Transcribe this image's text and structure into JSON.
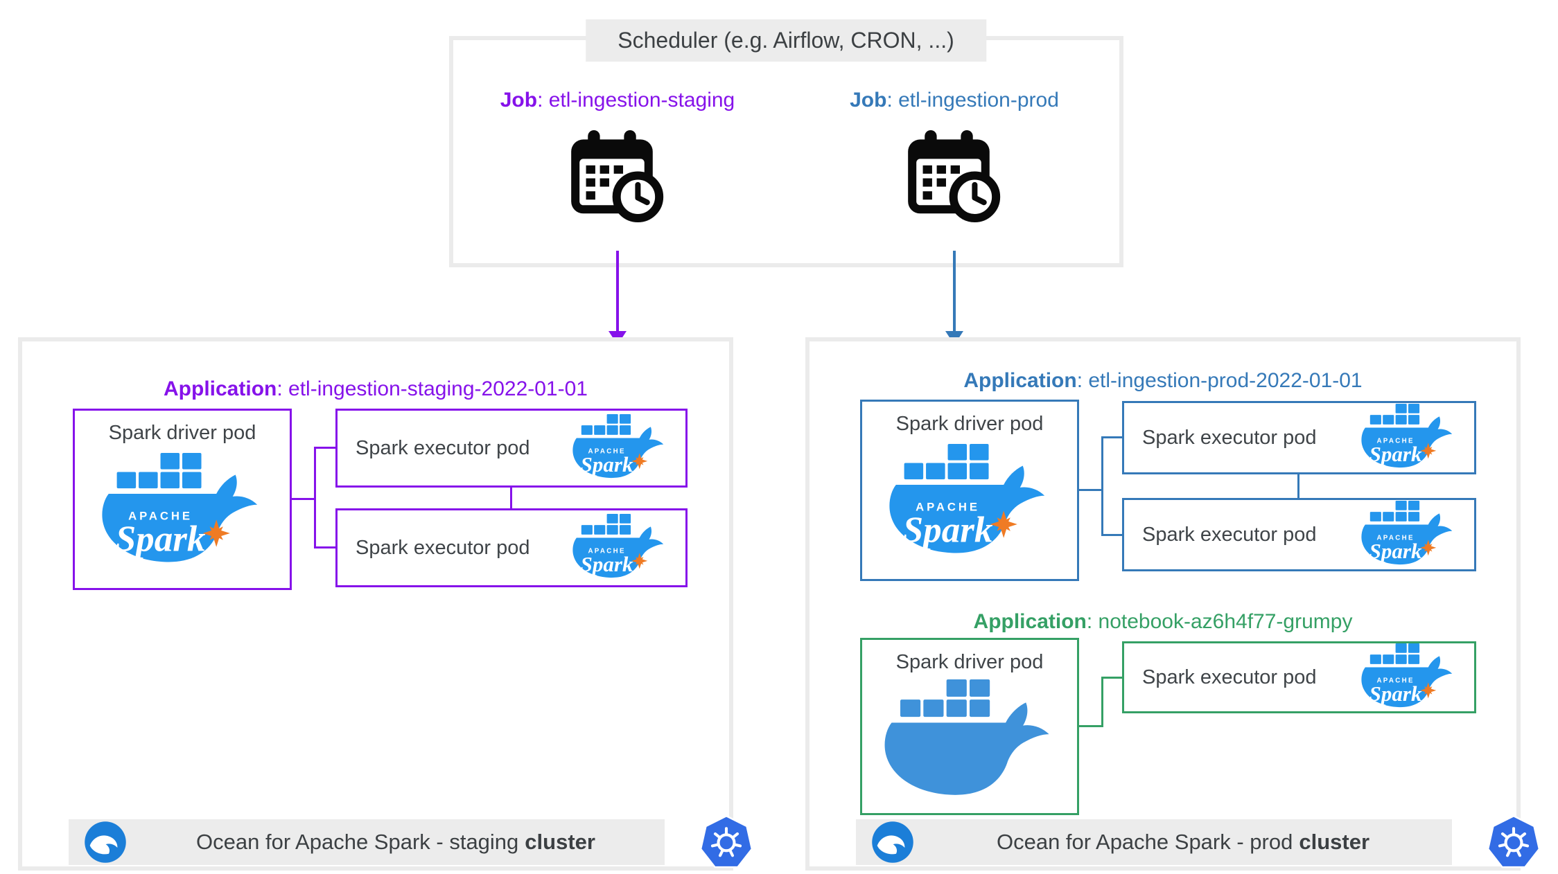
{
  "scheduler": {
    "title": "Scheduler (e.g. Airflow, CRON, ...)",
    "jobs": [
      {
        "label": "Job",
        "value": ": etl-ingestion-staging"
      },
      {
        "label": "Job",
        "value": ": etl-ingestion-prod"
      }
    ]
  },
  "clusters": [
    {
      "name": "staging",
      "applications": [
        {
          "label": "Application",
          "value": ": etl-ingestion-staging-2022-01-01",
          "driver_label": "Spark driver pod",
          "executor_labels": [
            "Spark executor pod",
            "Spark executor pod"
          ]
        }
      ],
      "footer_text": "Ocean for Apache Spark - staging",
      "footer_bold": "cluster"
    },
    {
      "name": "prod",
      "applications": [
        {
          "label": "Application",
          "value": ": etl-ingestion-prod-2022-01-01",
          "driver_label": "Spark driver pod",
          "executor_labels": [
            "Spark executor pod",
            "Spark executor pod"
          ]
        },
        {
          "label": "Application",
          "value": ": notebook-az6h4f77-grumpy",
          "driver_label": "Spark driver pod",
          "executor_labels": [
            "Spark executor pod"
          ]
        }
      ],
      "footer_text": "Ocean for Apache Spark - prod",
      "footer_bold": "cluster"
    }
  ],
  "spark_logo_text": {
    "small": "APACHE",
    "big": "Spark"
  },
  "icons": {
    "job_icon": "calendar-clock-icon",
    "pod_icon": "docker-spark-icon",
    "notebook_driver_icon": "docker-whale-icon",
    "cluster_platform_icon": "ocean-logo-icon",
    "cluster_corner_icon": "kubernetes-logo-icon"
  },
  "colors": {
    "staging_purple": "#8612ea",
    "prod_blue": "#3579b8",
    "notebook_green": "#35a065",
    "docker_blue": "#2496ed",
    "spark_orange": "#ef7b24",
    "kubernetes_blue": "#326ce5",
    "box_border_gray": "#ebebeb",
    "strip_gray": "#ececec",
    "text_gray": "#3c4043"
  }
}
